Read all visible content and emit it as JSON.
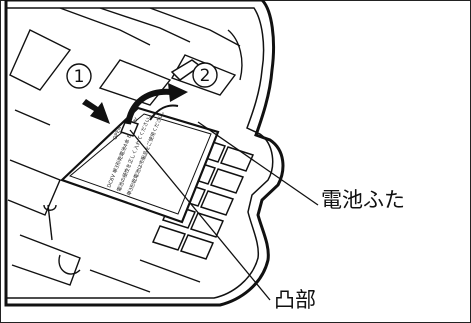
{
  "callouts": {
    "battery_cover": "電池ふた",
    "protrusion": "凸部"
  },
  "steps": {
    "step1": "1",
    "step2": "2"
  },
  "cover_text": {
    "open": "OPEN",
    "line1": "DC6V 単3形乾電池4本 BATTERY",
    "line2": "電池の極性を正しく入れてください。",
    "line3": "単3形乾電池は市販品をご使用ください。"
  }
}
